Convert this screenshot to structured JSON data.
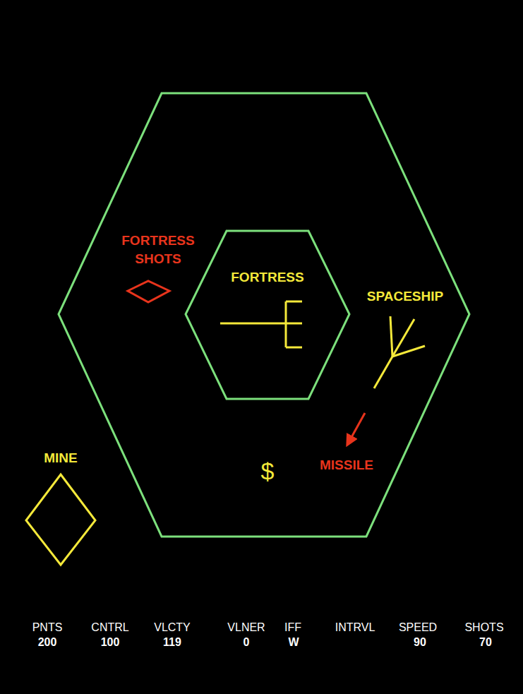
{
  "diagram": {
    "nodes": [
      {
        "text": [
          "FORTRESS SHOTS"
        ]
      },
      {
        "text": [
          "FORTRESS"
        ]
      },
      {
        "text": [
          "MINE"
        ]
      }
    ],
    "labels": [
      "SPACESHIP",
      "$",
      "MISSILE",
      "PNTS",
      "200",
      "CNTRL",
      "100",
      "VLCTY",
      "119",
      "VLNER",
      "0",
      "IFF",
      "W",
      "INTRVL",
      "SPEED",
      "90",
      "SHOTS",
      "70"
    ]
  }
}
